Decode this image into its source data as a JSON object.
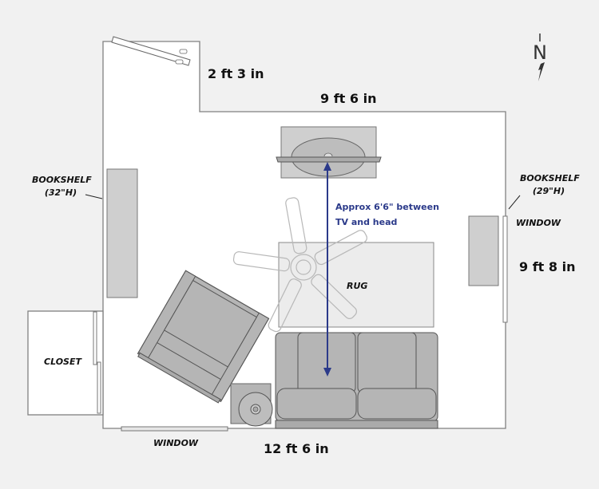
{
  "plan": {
    "dimensions": {
      "alcove_width": "2 ft 3 in",
      "top_wall": "9 ft 6 in",
      "right_wall": "9 ft 8 in",
      "bottom_wall": "12 ft 6 in"
    },
    "labels": {
      "bookshelf_left": "BOOKSHELF",
      "bookshelf_left_height": "(32\"H)",
      "bookshelf_right": "BOOKSHELF",
      "bookshelf_right_height": "(29\"H)",
      "window_right": "WINDOW",
      "window_bottom": "WINDOW",
      "closet": "CLOSET",
      "rug": "RUG"
    },
    "annotation": {
      "line1": "Approx 6'6\" between",
      "line2": "TV and head",
      "color": "#2b3a8a"
    },
    "compass": {
      "letter": "N"
    },
    "colors": {
      "background": "#f1f1f1",
      "room_fill": "#ffffff",
      "wall_stroke": "#808080",
      "furniture_fill": "#b5b5b5",
      "furniture_light": "#cfcfcf",
      "rug_fill": "#ececec"
    }
  }
}
